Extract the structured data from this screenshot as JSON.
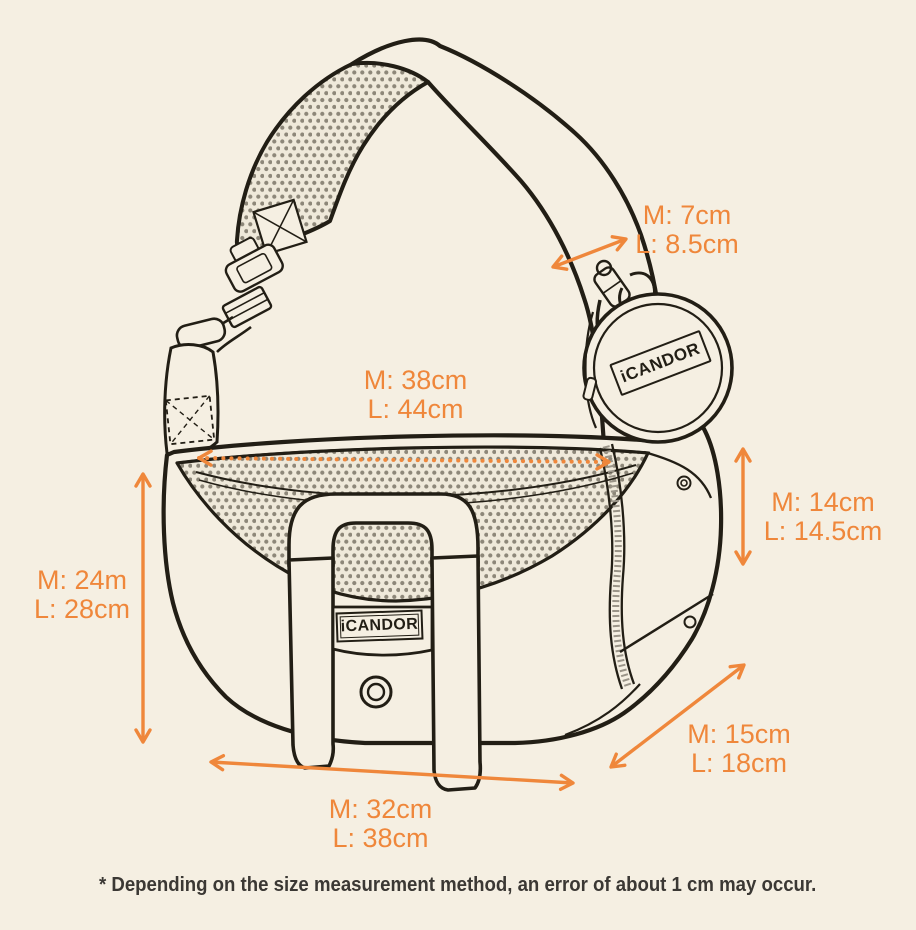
{
  "colors": {
    "background": "#f5efe2",
    "accent_orange": "#ef873b",
    "line_art": "#221e15",
    "mesh_dot": "#8d8779",
    "mesh_base": "#efe9da",
    "footnote_text": "#3b3834"
  },
  "brand": {
    "front_label": "iCANDOR",
    "pouch_label": "iCANDOR"
  },
  "labels": {
    "strap_width": {
      "m": "M: 7cm",
      "l": "L: 8.5cm"
    },
    "opening_width": {
      "m": "M: 38cm",
      "l": "L: 44cm"
    },
    "side_pocket_height": {
      "m": "M: 14cm",
      "l": "L: 14.5cm"
    },
    "bag_height": {
      "m": "M: 24m",
      "l": "L: 28cm"
    },
    "bag_width": {
      "m": "M: 32cm",
      "l": "L: 38cm"
    },
    "bag_depth": {
      "m": "M: 15cm",
      "l": "L: 18cm"
    }
  },
  "footnote": "* Depending on the size measurement method, an error of about 1 cm may occur."
}
